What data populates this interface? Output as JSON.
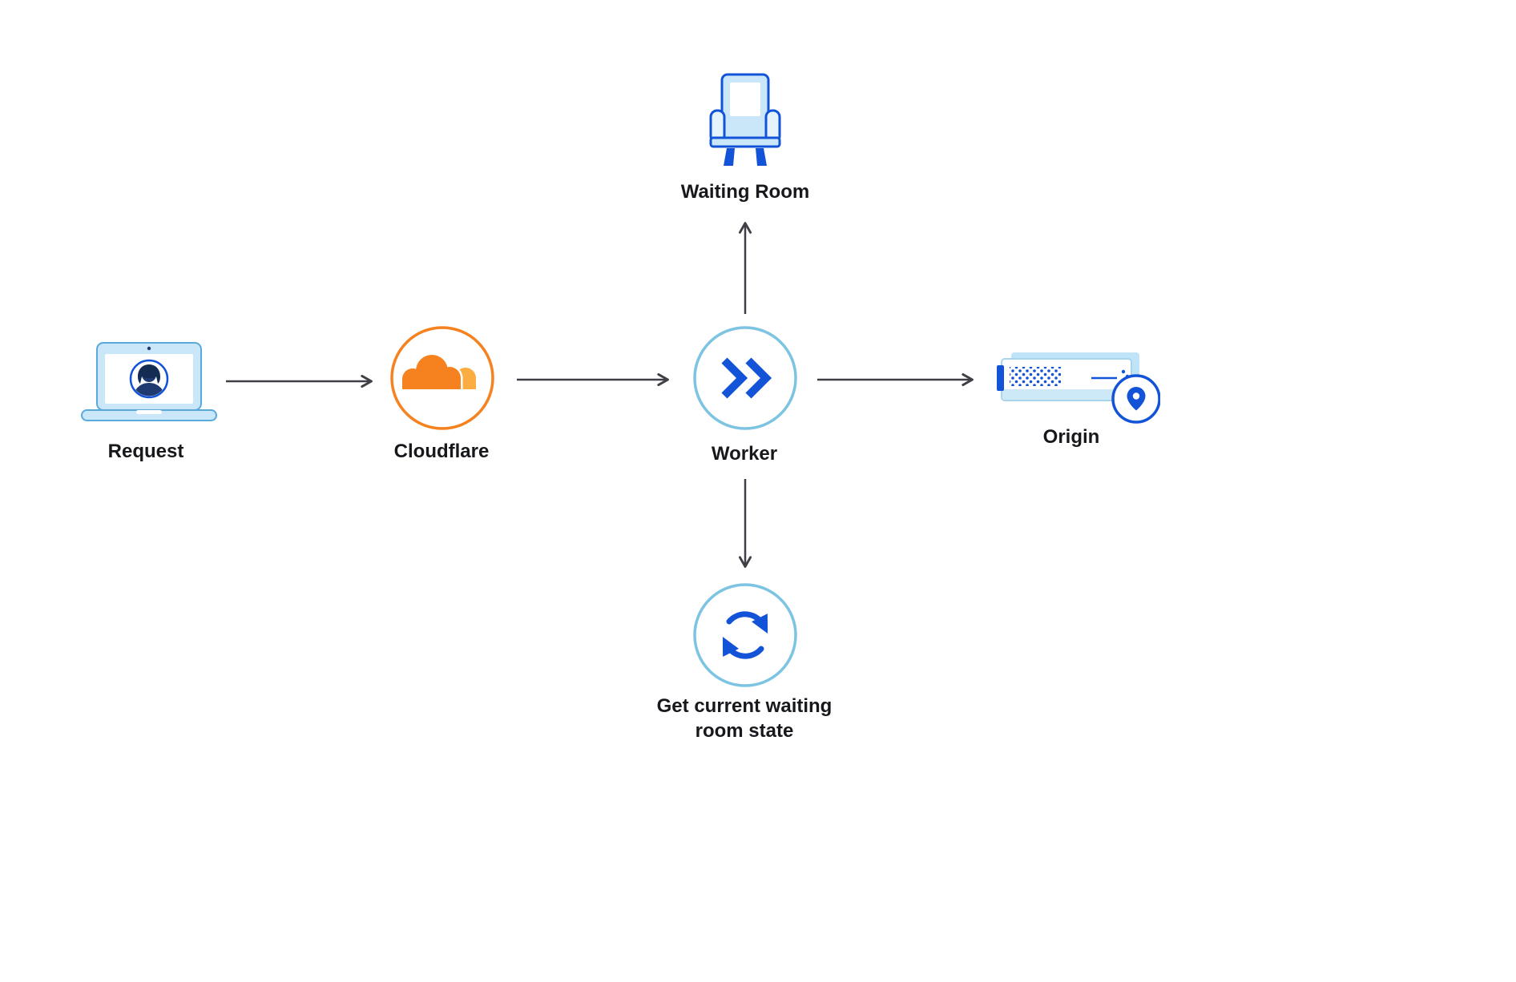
{
  "diagram": {
    "type": "flow-diagram",
    "background": "#FFFFFF",
    "nodes": {
      "request": {
        "label": "Request",
        "icon": "laptop-user-icon"
      },
      "cloudflare": {
        "label": "Cloudflare",
        "icon": "cloudflare-logo-icon",
        "ring_color": "#F6821F"
      },
      "worker": {
        "label": "Worker",
        "icon": "worker-chevrons-icon",
        "ring_color": "#7CC4E2"
      },
      "origin": {
        "label": "Origin",
        "icon": "server-location-pin-icon"
      },
      "waiting_room": {
        "label": "Waiting Room",
        "icon": "armchair-icon"
      },
      "waiting_state": {
        "label": "Get current waiting room state",
        "icon": "sync-arrows-icon",
        "ring_color": "#7CC4E2"
      }
    },
    "edges": [
      {
        "from": "request",
        "to": "cloudflare",
        "direction": "right"
      },
      {
        "from": "cloudflare",
        "to": "worker",
        "direction": "right"
      },
      {
        "from": "worker",
        "to": "origin",
        "direction": "right"
      },
      {
        "from": "worker",
        "to": "waiting_room",
        "direction": "up"
      },
      {
        "from": "worker",
        "to": "waiting_state",
        "direction": "down"
      }
    ],
    "colors": {
      "arrow": "#3F3F46",
      "primary_blue": "#1353D8",
      "navy": "#1E3A6E",
      "light_blue_fill": "#C9E7F8",
      "ring_teal": "#7CC4E2",
      "cloudflare_orange": "#F6821F",
      "cloudflare_light_orange": "#FBAD41",
      "label_text": "#17181C"
    }
  }
}
